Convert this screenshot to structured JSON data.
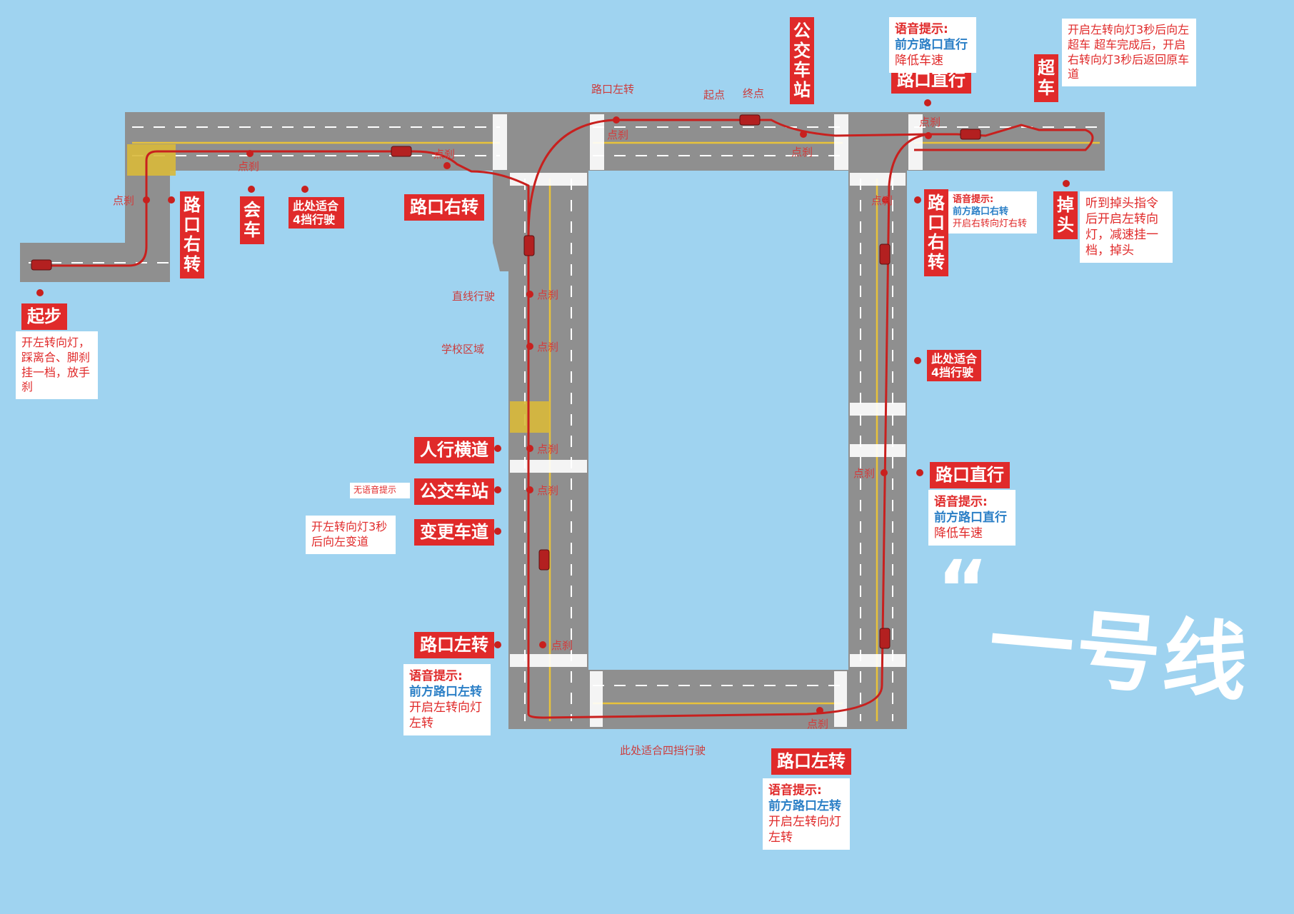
{
  "title": "一号线",
  "quote_mark": "“",
  "colors": {
    "background": "#9fd3f0",
    "road": "#8f8f8f",
    "route": "#c8201e",
    "tag": "#e02a2a",
    "voice_blue": "#2b7fc6"
  },
  "tags": {
    "start": "起步",
    "meet_car": "会车",
    "right_turn_1": "路口右转",
    "right_turn_h": "路口右转",
    "left_turn_top": "路口左转",
    "pedestrian": "人行横道",
    "bus_stop_left": "公交车站",
    "lane_change": "变更车道",
    "left_turn_lower": "路口左转",
    "left_turn_bottom": "路口左转",
    "straight_right": "路口直行",
    "straight_top": "路口直行",
    "right_turn_right": "路口右转",
    "bus_stop_top": "公交车站",
    "overtake": "超车",
    "uturn": "掉头"
  },
  "notes": {
    "start": "开左转向灯，踩离合、脚刹挂一档，放手刹",
    "gear4_left": "此处适合4挡行驶",
    "gear4_right": "此处适合4挡行驶",
    "no_voice": "无语音提示",
    "lane_change": "开左转向灯3秒后向左变道",
    "overtake": "开启左转向灯3秒后向左超车 超车完成后，开启右转向灯3秒后返回原车道",
    "uturn": "听到掉头指令后开启左转向灯，减速挂一档，掉头"
  },
  "voice": {
    "label": "语音提示:",
    "left_turn_lower": {
      "blue": "前方路口左转",
      "red": "开启左转向灯左转"
    },
    "left_turn_bottom": {
      "blue": "前方路口左转",
      "red": "开启左转向灯左转"
    },
    "straight_right": {
      "blue": "前方路口直行",
      "red": "降低车速"
    },
    "straight_top": {
      "blue": "前方路口直行",
      "red": "降低车速"
    },
    "right_turn_right": {
      "blue": "前方路口右转",
      "red": "开启右转向灯右转"
    }
  },
  "labels": {
    "brake": "点刹",
    "straight_drive": "直线行驶",
    "school_zone": "学校区域",
    "intersection_left": "路口左转",
    "start_point": "起点",
    "end_point": "终点",
    "gear4_bottom": "此处适合四挡行驶"
  }
}
